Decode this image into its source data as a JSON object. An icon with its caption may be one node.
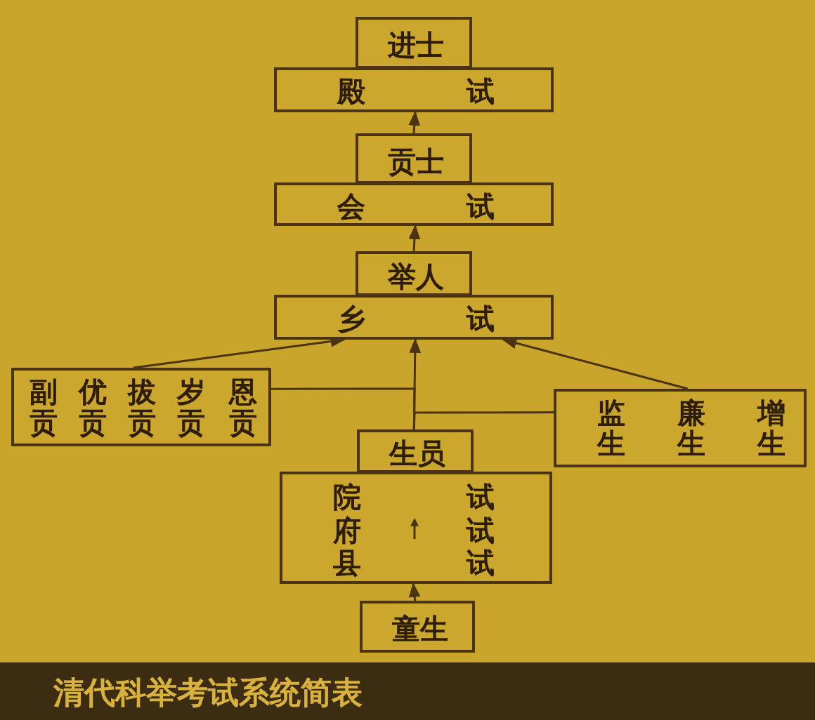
{
  "diagram": {
    "caption": "清代科举考试系统简表",
    "nodes": [
      {
        "text": [
          "进士"
        ]
      },
      {
        "text": [
          "殿",
          "试"
        ]
      },
      {
        "text": [
          "贡士"
        ]
      },
      {
        "text": [
          "会",
          "试"
        ]
      },
      {
        "text": [
          "举人"
        ]
      },
      {
        "text": [
          "乡",
          "试"
        ]
      },
      {
        "text": [
          "副贡",
          "优贡",
          "拔贡",
          "岁贡",
          "恩贡"
        ]
      },
      {
        "text": [
          "监生",
          "廉生",
          "增生"
        ]
      },
      {
        "text": [
          "生员"
        ]
      },
      {
        "text": [
          "院",
          "试",
          "府",
          "试",
          "县",
          "试"
        ]
      },
      {
        "text": [
          "童生"
        ]
      }
    ],
    "edges": [
      {
        "from": 2,
        "to": 1,
        "arrow": "to"
      },
      {
        "from": 4,
        "to": 3,
        "arrow": "to"
      },
      {
        "from": 8,
        "to": 5,
        "arrow": "to"
      },
      {
        "from": 6,
        "to": 5,
        "arrow": "to"
      },
      {
        "from": 7,
        "to": 5,
        "arrow": "to"
      },
      {
        "from": 8,
        "to": 6,
        "arrow": "none"
      },
      {
        "from": 8,
        "to": 7,
        "arrow": "none"
      },
      {
        "from": 10,
        "to": 9,
        "arrow": "to"
      }
    ]
  }
}
